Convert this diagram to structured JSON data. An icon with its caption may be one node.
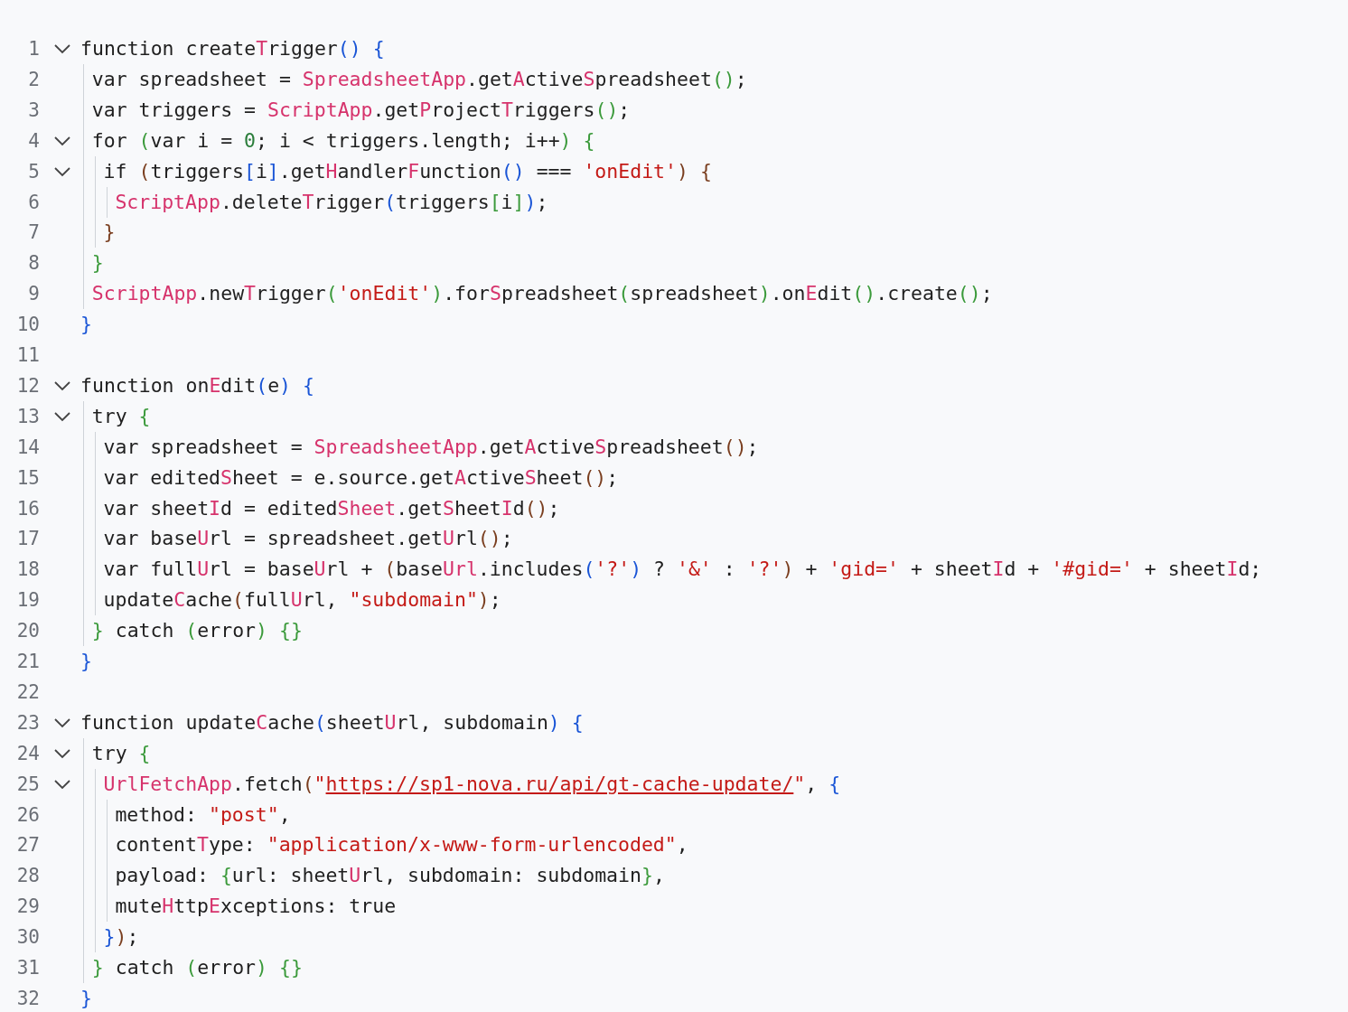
{
  "diagram": {
    "labels": [
      "1",
      "function createTrigger() {",
      "2",
      "var spreadsheet = SpreadsheetApp.getActiveSpreadsheet();",
      "3",
      "var triggers = ScriptApp.getProjectTriggers();",
      "4",
      "for (var i = 0; i < triggers.length; i++) {",
      "5",
      "if (triggers[i].getHandlerFunction() === 'onEdit') {",
      "6",
      "ScriptApp.deleteTrigger(triggers[i]);",
      "7",
      "}",
      "8",
      "}",
      "9",
      "ScriptApp.newTrigger('onEdit').forSpreadsheet(spreadsheet).onEdit().create();",
      "10",
      "}",
      "11",
      "12",
      "function onEdit(e) {",
      "13",
      "try {",
      "14",
      "var spreadsheet = SpreadsheetApp.getActiveSpreadsheet();",
      "15",
      "var editedSheet = e.source.getActiveSheet();",
      "16",
      "var sheetId = editedSheet.getSheetId();",
      "17",
      "var baseUrl = spreadsheet.getUrl();",
      "18",
      "var fullUrl = baseUrl + (baseUrl.includes('?') ? '&' : '?') + 'gid=' + sheetId + '#gid=' + sheetId;",
      "19",
      "updateCache(fullUrl, \"subdomain\");",
      "20",
      "} catch (error) {}",
      "21",
      "}",
      "22",
      "23",
      "function updateCache(sheetUrl, subdomain) {",
      "24",
      "try {",
      "25",
      "UrlFetchApp.fetch(\"https://sp1-nova.ru/api/gt-cache-update/\", {",
      "26",
      "method: \"post\",",
      "27",
      "contentType: \"application/x-www-form-urlencoded\",",
      "28",
      "payload: {url: sheetUrl, subdomain: subdomain},",
      "29",
      "muteHttpExceptions: true",
      "30",
      "});",
      "31",
      "} catch (error) {}",
      "32",
      "}"
    ]
  }
}
